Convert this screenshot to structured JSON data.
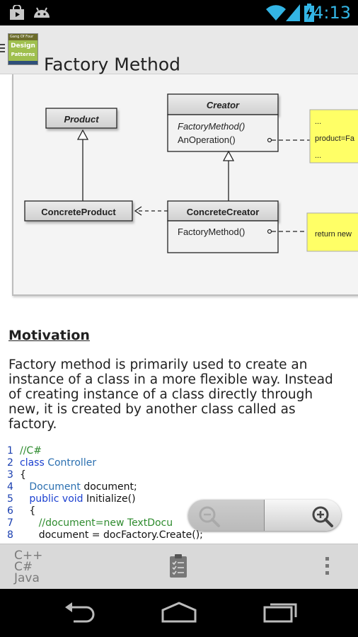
{
  "status_bar": {
    "time": "4:13",
    "icons": [
      "shopping-bag-icon",
      "android-icon",
      "wifi-icon",
      "signal-icon",
      "battery-charging-icon"
    ],
    "accent_color": "#33b5e5"
  },
  "action_bar": {
    "title": "Factory Method",
    "logo": {
      "line1": "Gang Of Four",
      "line2": "Design",
      "line3": "Patterns"
    }
  },
  "diagram": {
    "product": "Product",
    "creator": "Creator",
    "creator_methods": [
      "FactoryMethod()",
      "AnOperation()"
    ],
    "concrete_product": "ConcreteProduct",
    "concrete_creator": "ConcreteCreator",
    "concrete_creator_method": "FactoryMethod()",
    "note1_lines": [
      "...",
      "product=Fa",
      "..."
    ],
    "note2_text": "return new",
    "note_color": "#ffff66"
  },
  "content": {
    "motivation_heading": "Motivation",
    "paragraph_lines": [
      "Factory method is primarily used to create an",
      "instance of a class in a more flexible way. Instead",
      "of creating instance of a class directly through",
      "new, it is created by another class called as",
      "factory."
    ]
  },
  "code": [
    {
      "n": "1",
      "parts": [
        {
          "t": "//C#",
          "c": "cm"
        }
      ]
    },
    {
      "n": "2",
      "parts": [
        {
          "t": "class ",
          "c": "kw"
        },
        {
          "t": "Controller",
          "c": "ty"
        }
      ]
    },
    {
      "n": "3",
      "parts": [
        {
          "t": "{",
          "c": ""
        }
      ]
    },
    {
      "n": "4",
      "parts": [
        {
          "t": "   ",
          "c": ""
        },
        {
          "t": "Document",
          "c": "ty"
        },
        {
          "t": " document;",
          "c": ""
        }
      ]
    },
    {
      "n": "5",
      "parts": [
        {
          "t": "   ",
          "c": ""
        },
        {
          "t": "public void",
          "c": "kw"
        },
        {
          "t": " Initialize()",
          "c": ""
        }
      ]
    },
    {
      "n": "6",
      "parts": [
        {
          "t": "   {",
          "c": ""
        }
      ]
    },
    {
      "n": "7",
      "parts": [
        {
          "t": "      ",
          "c": ""
        },
        {
          "t": "//document=new TextDocu",
          "c": "cm"
        }
      ]
    },
    {
      "n": "8",
      "parts": [
        {
          "t": "      document = docFactory.Create();",
          "c": ""
        }
      ]
    }
  ],
  "zoom": {
    "out_icon": "zoom-out-icon",
    "in_icon": "zoom-in-icon"
  },
  "toolbar": {
    "lang_icon_lines": [
      "C++",
      "C#",
      "Java"
    ],
    "doc_icon": "checklist-document-icon",
    "overflow_icon": "overflow-menu-icon"
  },
  "nav_bar": {
    "icons": [
      "back-icon",
      "home-icon",
      "recent-apps-icon"
    ]
  }
}
